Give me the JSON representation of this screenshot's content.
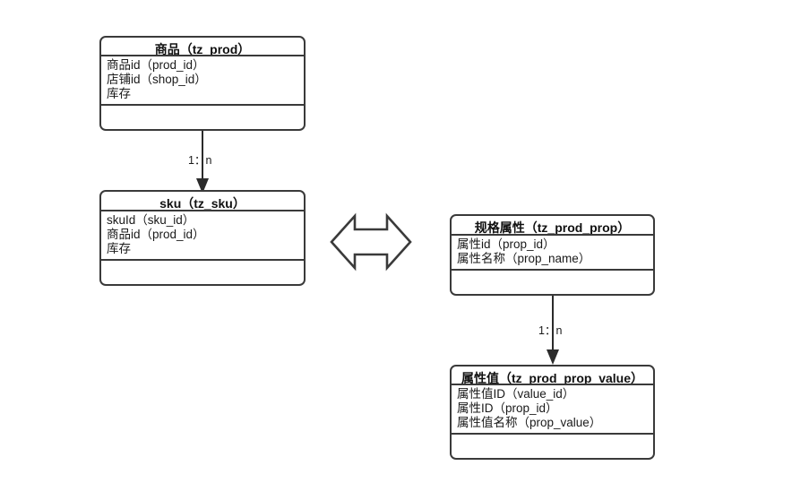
{
  "diagram": {
    "title_text": "",
    "background_color": "#ffffff",
    "border_color": "#3a3a3a",
    "text_color": "#1a1a1a",
    "entities": [
      {
        "id": "tz_prod",
        "title": "商品（tz_prod）",
        "attributes": [
          "商品id（prod_id）",
          "店铺id（shop_id）",
          "库存"
        ],
        "operations": []
      },
      {
        "id": "tz_sku",
        "title": "sku（tz_sku）",
        "attributes": [
          "skuId（sku_id）",
          "商品id（prod_id）",
          "库存"
        ],
        "operations": []
      },
      {
        "id": "tz_prod_prop",
        "title": "规格属性（tz_prod_prop）",
        "attributes": [
          "属性id（prop_id）",
          "属性名称（prop_name）"
        ],
        "operations": []
      },
      {
        "id": "tz_prod_prop_value",
        "title": "属性值（tz_prod_prop_value）",
        "attributes": [
          "属性值ID（value_id）",
          "属性ID（prop_id）",
          "属性值名称（prop_value）"
        ],
        "operations": []
      }
    ],
    "relations": [
      {
        "id": "prod-to-sku",
        "from": "tz_prod",
        "to": "tz_sku",
        "cardinality": "1：n",
        "style": "arrow-down"
      },
      {
        "id": "prop-to-prop-value",
        "from": "tz_prod_prop",
        "to": "tz_prod_prop_value",
        "cardinality": "1：n",
        "style": "arrow-down"
      },
      {
        "id": "sku-to-prop",
        "from": "tz_sku",
        "to": "tz_prod_prop",
        "cardinality": "",
        "style": "bidirectional-block-arrow"
      }
    ]
  }
}
